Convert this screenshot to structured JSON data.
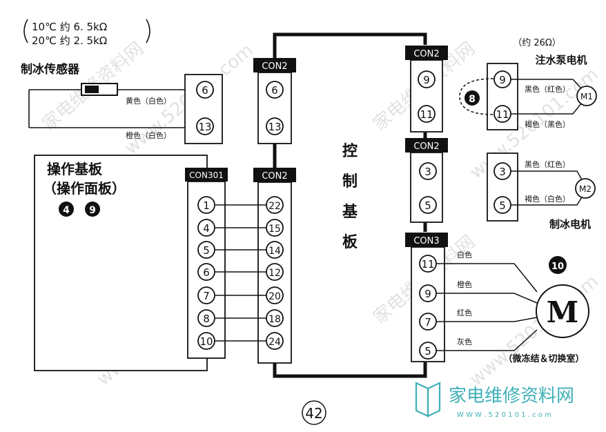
{
  "sensor_note": {
    "line1": "10℃  约 6. 5kΩ",
    "line2": "20℃  约 2. 5kΩ"
  },
  "ice_sensor": {
    "title": "制冰传感器",
    "wire_top": "黄色（白色）",
    "wire_bottom": "橙色（白色）",
    "pins": [
      "6",
      "13"
    ]
  },
  "operation_board": {
    "title": "操作基板",
    "subtitle": "（操作面板）",
    "badges": [
      "4",
      "9"
    ]
  },
  "con301": {
    "label": "CON301",
    "pins": [
      "1",
      "4",
      "5",
      "6",
      "7",
      "8",
      "10"
    ]
  },
  "con2_sensor": {
    "label": "CON2",
    "pins": [
      "6",
      "13"
    ]
  },
  "con2_panel": {
    "label": "CON2",
    "pins": [
      "22",
      "15",
      "14",
      "12",
      "20",
      "18",
      "24"
    ]
  },
  "control_board": {
    "chars": [
      "控",
      "制",
      "基",
      "板"
    ]
  },
  "con2_pump": {
    "label": "CON2",
    "pins": [
      "9",
      "11"
    ]
  },
  "con2_icemotor": {
    "label": "CON2",
    "pins": [
      "3",
      "5"
    ]
  },
  "con3": {
    "label": "CON3",
    "pins": [
      "11",
      "9",
      "7",
      "5"
    ],
    "wires": [
      "白色",
      "橙色",
      "红色",
      "灰色"
    ]
  },
  "pump_motor": {
    "resistance": "（约 26Ω）",
    "title": "注水泵电机",
    "badge": "8",
    "pins": [
      "9",
      "11"
    ],
    "wire_top": "黑色（红色）",
    "wire_bottom": "褐色（黑色）",
    "motor": "M1"
  },
  "ice_motor": {
    "pins": [
      "3",
      "5"
    ],
    "wire_top": "黑色（红色）",
    "wire_bottom": "褐色（白色）",
    "motor": "M2",
    "title": "制冰电机"
  },
  "main_motor": {
    "badge": "10",
    "symbol": "M",
    "caption": "（微冻结＆切换室）"
  },
  "page_number": "42",
  "brand": {
    "name": "家电维修资料网",
    "url": "W W W . 5 2 0 1 0 1 . c o m",
    "watermarks": [
      "家电维修资料网",
      "www.520101.com"
    ]
  },
  "colors": {
    "ink": "#111111",
    "badge_fill": "#111111",
    "label_fill": "#111111",
    "brand": "#3fb0b8"
  }
}
